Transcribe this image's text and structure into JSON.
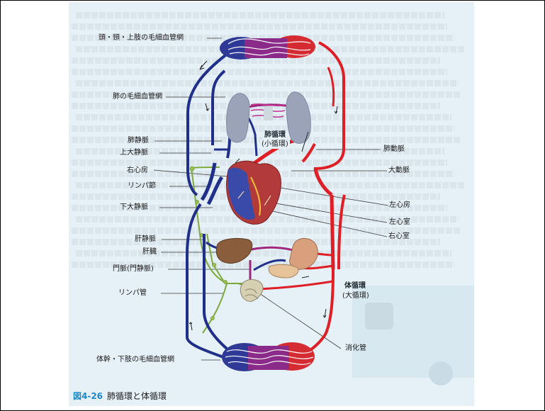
{
  "labels": {
    "capillary_head": "頭・頸・上肢の毛細血管網",
    "capillary_lung": "肺の毛細血管網",
    "pulmonary_vein": "肺静脈",
    "superior_vena_cava": "上大静脈",
    "right_atrium": "右心房",
    "lymph_node": "リンパ節",
    "inferior_vena_cava": "下大静脈",
    "hepatic_vein": "肝静脈",
    "liver": "肝臓",
    "portal_vein": "門脈(門静脈)",
    "lymph_duct": "リンパ管",
    "capillary_trunk": "体幹・下肢の毛細血管網",
    "pulmonary_artery": "肺動脈",
    "aorta": "大動脈",
    "left_atrium": "左心房",
    "left_ventricle": "左心室",
    "right_ventricle": "右心室",
    "digestive_tract": "消化管"
  },
  "circulations": {
    "pulmonary_title": "肺循環",
    "pulmonary_sub": "(小循環)",
    "systemic_title": "体循環",
    "systemic_sub": "(大循環)"
  },
  "caption": {
    "number": "図4-26",
    "title": "肺循環と体循環"
  },
  "colors": {
    "artery": "#e01e26",
    "vein": "#1f2f8a",
    "mixed": "#a0287c",
    "lymph": "#7eaa3c",
    "page_background": "#e5f0f7",
    "caption_accent": "#1f88c8"
  }
}
